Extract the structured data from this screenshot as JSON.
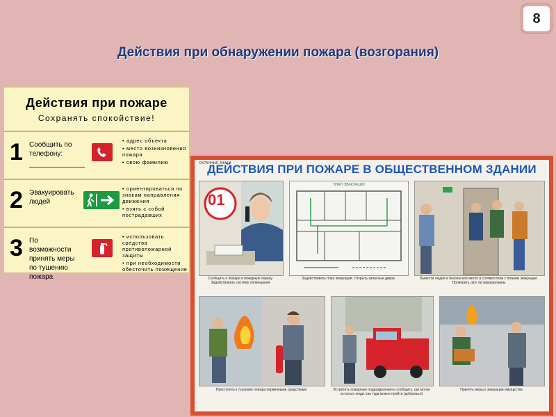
{
  "slide_number": "8",
  "slide_title": "Действия при обнаружении пожара (возгорания)",
  "poster": {
    "title": "Действия при пожаре",
    "subtitle": "Сохранять спокойствие!",
    "rows": [
      {
        "num": "1",
        "action": "Сообщить по телефону:",
        "icon": "phone-icon",
        "notes": [
          "• адрес объекта",
          "• место возникновения пожара",
          "• свою фамилию"
        ]
      },
      {
        "num": "2",
        "action": "Эвакуировать людей",
        "icon": "exit-arrow-icon",
        "notes": [
          "• ориентироваться по знакам направления движения",
          "• взять с собой пострадавших"
        ]
      },
      {
        "num": "3",
        "action": "По возможности принять меры по тушению пожара",
        "icon": "extinguisher-icon",
        "notes": [
          "• использовать средства противопожарной защиты",
          "• при необходимости обесточить помещение"
        ]
      }
    ]
  },
  "big_poster": {
    "tag": "ОХРАННЫЕ ЗНАКИ",
    "title": "ДЕЙСТВИЯ ПРИ ПОЖАРЕ В ОБЩЕСТВЕННОМ ЗДАНИИ",
    "panel_01_text": "01",
    "plan_label": "ПЛАН ЭВАКУАЦИИ",
    "captions": [
      "Сообщить о пожаре в пожарную охрану. Задействовать систему оповещения",
      "Задействовать план эвакуации. Открыть запасные двери",
      "Вывести людей в безопасное место в соответствии с планом эвакуации. Проверить, все ли эвакуированы",
      "Приступить к тушению пожара первичными средствами",
      "Встретить пожарные подразделения и сообщить, где могли остаться люди, как туда можно пройти (добраться)",
      "Принять меры к эвакуации имущества"
    ]
  },
  "colors": {
    "background": "#e2b5b5",
    "title": "#1f3a7a",
    "poster_bg": "#fbf5c6",
    "big_frame": "#d94f2f",
    "big_title": "#1e57b8"
  }
}
